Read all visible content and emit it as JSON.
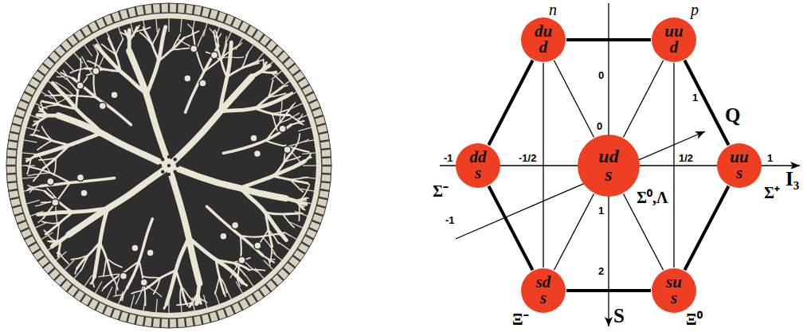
{
  "diagram": {
    "nodes": [
      {
        "text": [
          "n",
          "du d"
        ]
      },
      {
        "text": [
          "p",
          "uu d"
        ]
      },
      {
        "text": [
          "dd s",
          "Σ⁻"
        ]
      },
      {
        "text": [
          "ud s",
          "Σ⁰,Λ"
        ]
      },
      {
        "text": [
          "uu s",
          "Σ⁺"
        ]
      },
      {
        "text": [
          "sd s",
          "Ξ⁻"
        ]
      },
      {
        "text": [
          "su s",
          "Ξ⁰"
        ]
      }
    ],
    "edges": [
      {
        "from": 0,
        "to": 1,
        "arrow": "none"
      },
      {
        "from": 1,
        "to": 4,
        "arrow": "none"
      },
      {
        "from": 4,
        "to": 6,
        "arrow": "none"
      },
      {
        "from": 6,
        "to": 5,
        "arrow": "none"
      },
      {
        "from": 5,
        "to": 2,
        "arrow": "none"
      },
      {
        "from": 2,
        "to": 0,
        "arrow": "none"
      },
      {
        "from": 0,
        "to": 3,
        "arrow": "none"
      },
      {
        "from": 1,
        "to": 3,
        "arrow": "none"
      },
      {
        "from": 3,
        "to": 5,
        "arrow": "none"
      },
      {
        "from": 3,
        "to": 6,
        "arrow": "none"
      },
      {
        "from": 0,
        "to": 5,
        "arrow": "none"
      },
      {
        "from": 1,
        "to": 6,
        "arrow": "none"
      }
    ],
    "labels": [
      "0",
      "1",
      "Q",
      "0",
      "-1",
      "-1/2",
      "1/2",
      "1",
      "I₃",
      "1",
      "-1",
      "2",
      "S"
    ]
  }
}
